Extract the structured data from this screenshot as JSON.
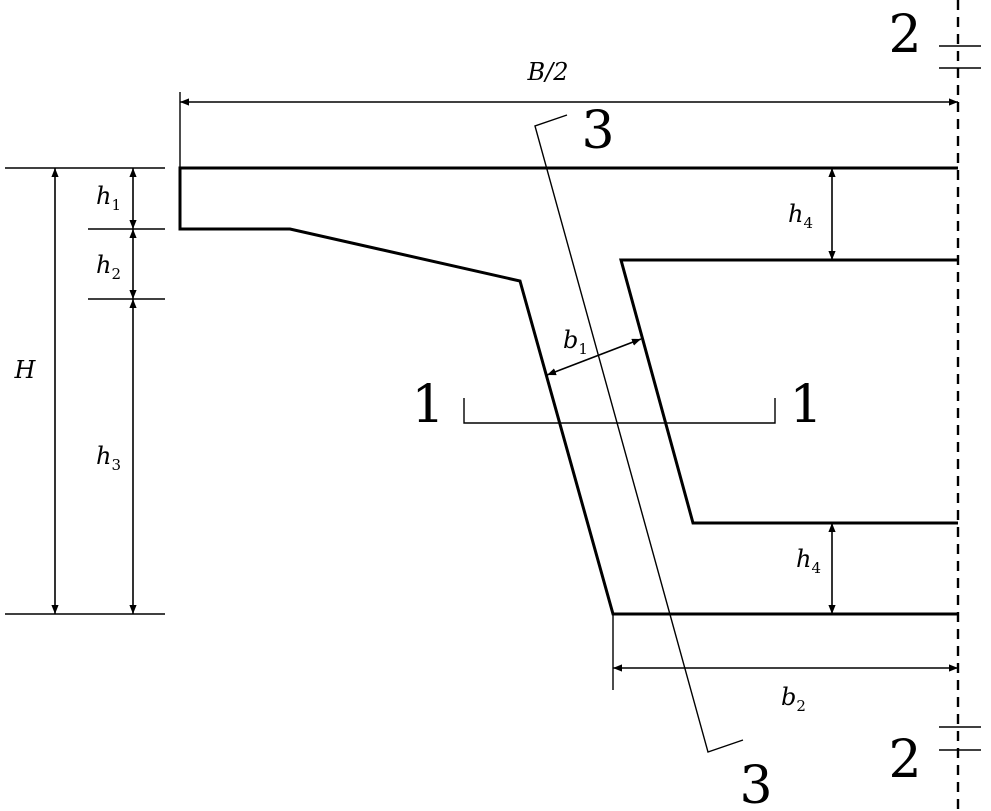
{
  "diagram": {
    "dimensions": {
      "half_width": "B/2",
      "total_height": "H",
      "h1": {
        "symbol": "h",
        "sub": "1"
      },
      "h2": {
        "symbol": "h",
        "sub": "2"
      },
      "h3": {
        "symbol": "h",
        "sub": "3"
      },
      "h4_top": {
        "symbol": "h",
        "sub": "4"
      },
      "h4_bottom": {
        "symbol": "h",
        "sub": "4"
      },
      "b1": {
        "symbol": "b",
        "sub": "1"
      },
      "b2": {
        "symbol": "b",
        "sub": "2"
      }
    },
    "sections": {
      "s1_left": "1",
      "s1_right": "1",
      "s2_top": "2",
      "s2_bottom": "2",
      "s3_top": "3",
      "s3_bottom": "3"
    }
  }
}
